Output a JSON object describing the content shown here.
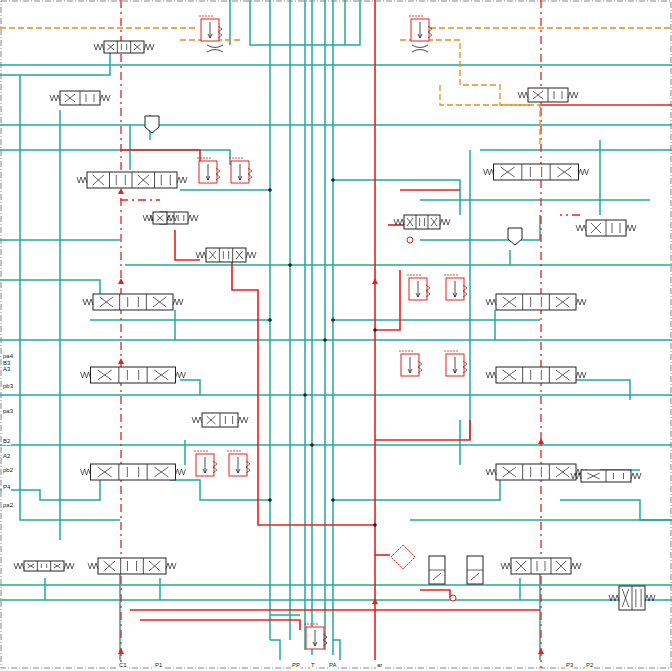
{
  "diagram": {
    "labels": [
      "pa4",
      "B3",
      "A3",
      "pb3",
      "pa3",
      "B2",
      "A2",
      "pb2",
      "P4",
      "pa2",
      "C1",
      "P1",
      "PP",
      "T",
      "PA",
      "ar",
      "P3",
      "P2"
    ]
  }
}
